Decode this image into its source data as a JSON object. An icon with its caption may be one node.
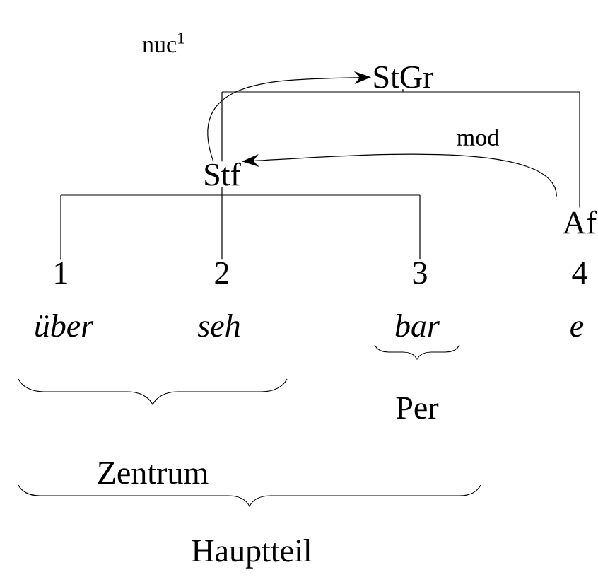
{
  "diagram": {
    "nodes": [
      {
        "text": [
          "StGr"
        ]
      },
      {
        "text": [
          "Stf"
        ]
      },
      {
        "text": [
          "Af"
        ]
      },
      {
        "text": [
          "1"
        ]
      },
      {
        "text": [
          "2"
        ]
      },
      {
        "text": [
          "3"
        ]
      },
      {
        "text": [
          "4"
        ]
      }
    ],
    "edges": [
      {
        "from": 0,
        "to": 1,
        "arrow": "none"
      },
      {
        "from": 0,
        "to": 2,
        "arrow": "none"
      },
      {
        "from": 1,
        "to": 3,
        "arrow": "none"
      },
      {
        "from": 1,
        "to": 4,
        "arrow": "none"
      },
      {
        "from": 1,
        "to": 5,
        "arrow": "none"
      },
      {
        "from": 1,
        "to": 0,
        "arrow": "to",
        "label": "nuc$^{1}$"
      },
      {
        "from": 2,
        "to": 1,
        "arrow": "to",
        "label": "mod"
      }
    ],
    "labels": [
      "*über*",
      "*seh*",
      "*bar*",
      "*e*",
      "Per",
      "Zentrum",
      "Hauptteil"
    ]
  }
}
